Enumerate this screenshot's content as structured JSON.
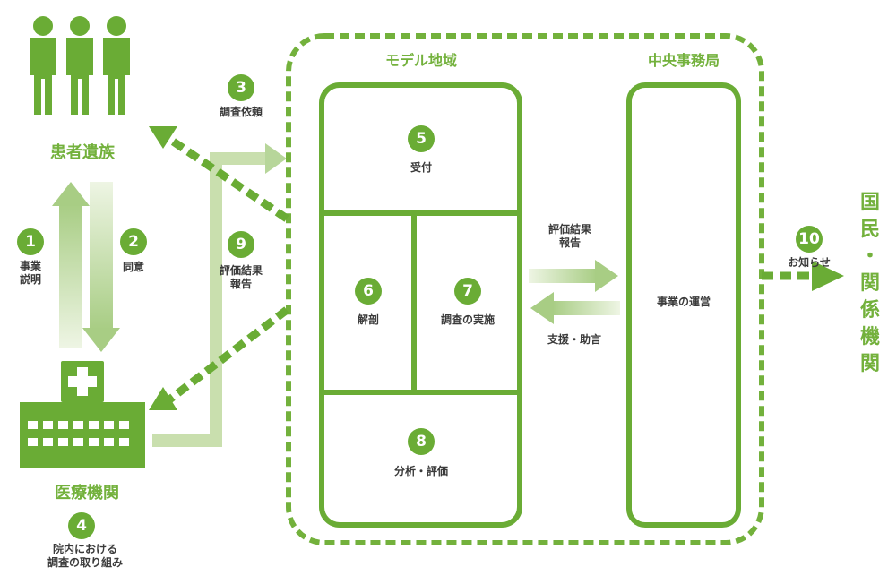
{
  "colors": {
    "green": "#6aac35",
    "light_green": "#c9dfae"
  },
  "patients": {
    "label": "患者遺族",
    "icon": "family-icon"
  },
  "hospital": {
    "label": "医療機関",
    "icon": "hospital-icon"
  },
  "region": {
    "title": "モデル地域"
  },
  "office": {
    "title": "中央事務局",
    "body": "事業の運営"
  },
  "public": {
    "label": "国\n民\n・\n関\n係\n機\n関"
  },
  "steps": {
    "s1": {
      "num": "1",
      "label": "事業\n説明"
    },
    "s2": {
      "num": "2",
      "label": "同意"
    },
    "s3": {
      "num": "3",
      "label": "調査依頼"
    },
    "s4": {
      "num": "4",
      "label": "院内における\n調査の取り組み"
    },
    "s5": {
      "num": "5",
      "label": "受付"
    },
    "s6": {
      "num": "6",
      "label": "解剖"
    },
    "s7": {
      "num": "7",
      "label": "調査の実施"
    },
    "s8": {
      "num": "8",
      "label": "分析・評価"
    },
    "s9": {
      "num": "9",
      "label": "評価結果\n報告"
    },
    "s10": {
      "num": "10",
      "label": "お知らせ"
    }
  },
  "flows": {
    "report_to_office": "評価結果\n報告",
    "support": "支援・助言"
  }
}
